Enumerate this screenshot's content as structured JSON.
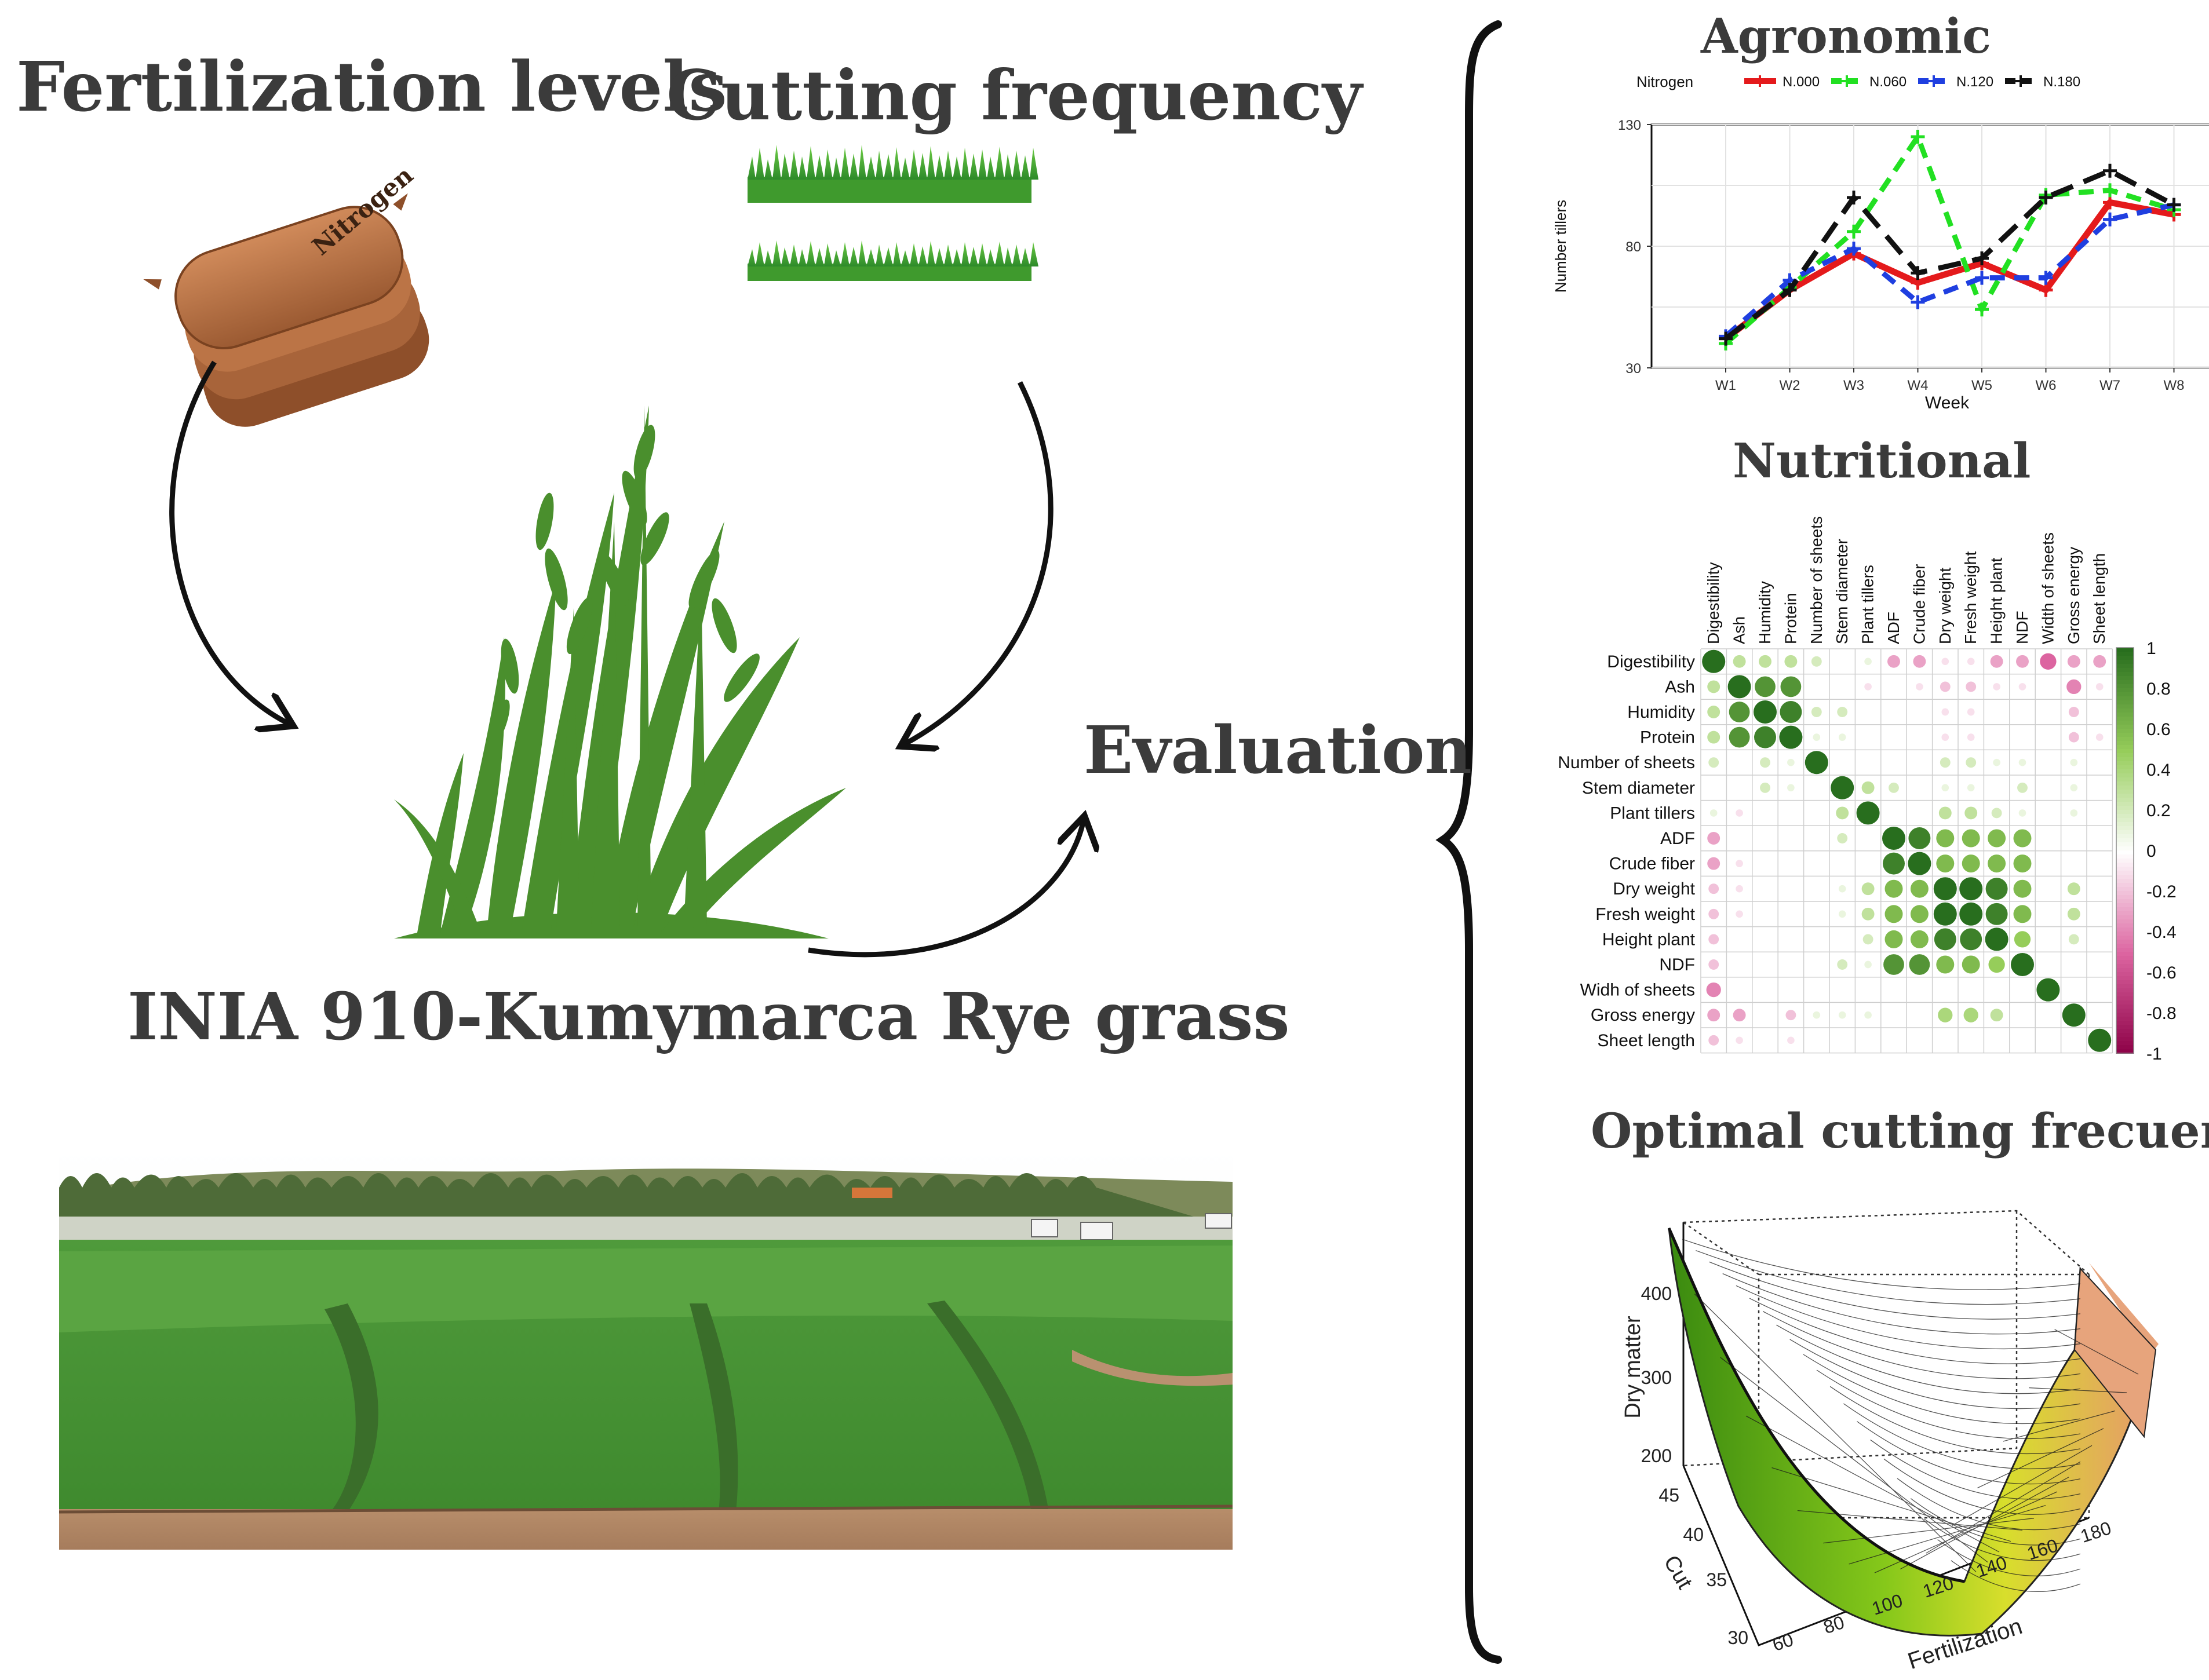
{
  "left": {
    "fertilization_title": "Fertilization levels",
    "bag_label": "Nitrogen",
    "cutting_title": "Cutting frequency",
    "evaluation_label": "Evaluation",
    "grass_title": "INIA 910-Kumymarca Rye grass"
  },
  "agronomic": {
    "title": "Agronomic",
    "legend_title": "Nitrogen",
    "series_names": [
      "N.000",
      "N.060",
      "N.120",
      "N.180"
    ],
    "colors": {
      "N.000": "#e41a1c",
      "N.060": "#22e022",
      "N.120": "#1f3fe0",
      "N.180": "#111111"
    },
    "xlabel": "Week",
    "ylabel": "Number tillers",
    "yticks": [
      "30",
      "80",
      "130"
    ]
  },
  "nutritional": {
    "title": "Nutritional",
    "variables": [
      "Digestibility",
      "Ash",
      "Humidity",
      "Protein",
      "Number of sheets",
      "Stem diameter",
      "Plant tillers",
      "ADF",
      "Crude fiber",
      "Dry weight",
      "Fresh weight",
      "Height plant",
      "NDF",
      "Width of sheets",
      "Gross energy",
      "Sheet length"
    ],
    "row_labels": [
      "Digestibility",
      "Ash",
      "Humidity",
      "Protein",
      "Number of sheets",
      "Stem diameter",
      "Plant tillers",
      "ADF",
      "Crude fiber",
      "Dry weight",
      "Fresh weight",
      "Height plant",
      "NDF",
      "Widh of sheets",
      "Gross energy",
      "Sheet length"
    ],
    "colorbar_ticks": [
      "1",
      "0.8",
      "0.6",
      "0.4",
      "0.2",
      "0",
      "-0.2",
      "-0.4",
      "-0.6",
      "-0.8",
      "-1"
    ]
  },
  "optimal": {
    "title": "Optimal cutting frecuency",
    "z_label": "Dry matter",
    "z_ticks": [
      "400",
      "300",
      "200"
    ],
    "y_label": "Cut",
    "y_ticks": [
      "45",
      "40",
      "35",
      "30"
    ],
    "x_label": "Fertilization",
    "x_ticks": [
      "60",
      "80",
      "100",
      "120",
      "140",
      "160",
      "180"
    ]
  },
  "chart_data": [
    {
      "type": "line",
      "title": "Agronomic",
      "xlabel": "Week",
      "ylabel": "Number tillers",
      "x": [
        "W1",
        "W2",
        "W3",
        "W4",
        "W5",
        "W6",
        "W7",
        "W8"
      ],
      "ylim": [
        30,
        130
      ],
      "legend": "top",
      "series": [
        {
          "name": "N.000",
          "values": [
            42,
            62,
            77,
            65,
            73,
            62,
            98,
            93
          ]
        },
        {
          "name": "N.060",
          "values": [
            40,
            63,
            86,
            125,
            54,
            101,
            103,
            95
          ]
        },
        {
          "name": "N.120",
          "values": [
            43,
            66,
            79,
            57,
            67,
            67,
            91,
            97
          ]
        },
        {
          "name": "N.180",
          "values": [
            42,
            62,
            100,
            69,
            75,
            100,
            111,
            97
          ]
        }
      ]
    },
    {
      "type": "heatmap",
      "title": "Nutritional",
      "variables": [
        "Digestibility",
        "Ash",
        "Humidity",
        "Protein",
        "Number of sheets",
        "Stem diameter",
        "Plant tillers",
        "ADF",
        "Crude fiber",
        "Dry weight",
        "Fresh weight",
        "Height plant",
        "NDF",
        "Width of sheets",
        "Gross energy",
        "Sheet length"
      ],
      "range": [
        -1,
        1
      ],
      "matrix": [
        [
          1,
          0.3,
          0.3,
          0.3,
          0.2,
          0,
          0.1,
          -0.3,
          -0.3,
          -0.1,
          -0.1,
          -0.3,
          -0.3,
          -0.5,
          -0.3,
          -0.3
        ],
        [
          0.3,
          1,
          0.8,
          0.8,
          0,
          0,
          -0.1,
          0,
          -0.1,
          -0.2,
          -0.2,
          -0.1,
          -0.1,
          0,
          -0.4,
          -0.1
        ],
        [
          0.3,
          0.8,
          1,
          0.9,
          0.2,
          0.2,
          0,
          0,
          0,
          -0.1,
          -0.1,
          0,
          0,
          0,
          -0.2,
          0
        ],
        [
          0.3,
          0.8,
          0.9,
          1,
          0.1,
          0.1,
          0,
          0,
          0,
          -0.1,
          -0.1,
          0,
          0,
          0,
          -0.2,
          -0.1
        ],
        [
          0.2,
          0,
          0.2,
          0.1,
          1,
          0,
          0,
          0,
          0,
          0.2,
          0.2,
          0.1,
          0.1,
          0,
          0.1,
          0
        ],
        [
          0,
          0,
          0.2,
          0.1,
          0,
          1,
          0.3,
          0.2,
          0,
          0.1,
          0.1,
          0,
          0.2,
          0,
          0.1,
          0
        ],
        [
          0.1,
          -0.1,
          0,
          0,
          0,
          0.3,
          1,
          0,
          0,
          0.3,
          0.3,
          0.2,
          0.1,
          0,
          0.1,
          0
        ],
        [
          -0.3,
          0,
          0,
          0,
          0,
          0.2,
          0,
          1,
          0.9,
          0.6,
          0.6,
          0.6,
          0.6,
          0,
          0,
          0
        ],
        [
          -0.3,
          -0.1,
          0,
          0,
          0,
          0,
          0,
          0.9,
          1,
          0.6,
          0.6,
          0.6,
          0.6,
          0,
          0,
          0
        ],
        [
          -0.2,
          -0.1,
          0,
          0,
          0,
          0.1,
          0.3,
          0.6,
          0.6,
          1,
          1,
          0.9,
          0.6,
          0,
          0.3,
          0
        ],
        [
          -0.2,
          -0.1,
          0,
          0,
          0,
          0.1,
          0.3,
          0.6,
          0.6,
          1,
          1,
          0.9,
          0.6,
          0,
          0.3,
          0
        ],
        [
          -0.2,
          0,
          0,
          0,
          0,
          0,
          0.2,
          0.6,
          0.6,
          0.9,
          0.9,
          1,
          0.5,
          0,
          0.2,
          0
        ],
        [
          -0.2,
          0,
          0,
          0,
          0,
          0.2,
          0.1,
          0.8,
          0.8,
          0.6,
          0.6,
          0.5,
          1,
          0,
          0,
          0
        ],
        [
          -0.4,
          0,
          0,
          0,
          0,
          0,
          0,
          0,
          0,
          0,
          0,
          0,
          0,
          1,
          0,
          0
        ],
        [
          -0.3,
          -0.3,
          0,
          -0.2,
          0.1,
          0.1,
          0.1,
          0,
          0,
          0.4,
          0.4,
          0.3,
          0,
          0,
          1,
          0
        ],
        [
          -0.2,
          -0.1,
          0,
          -0.1,
          0,
          0,
          0,
          0,
          0,
          0,
          0,
          0,
          0,
          0,
          0,
          1
        ]
      ]
    },
    {
      "type": "surface",
      "title": "Optimal cutting frecuency",
      "xlabel": "Fertilization",
      "ylabel": "Cut",
      "zlabel": "Dry matter",
      "xlim": [
        60,
        180
      ],
      "ylim": [
        30,
        45
      ],
      "zlim": [
        200,
        400
      ]
    }
  ]
}
